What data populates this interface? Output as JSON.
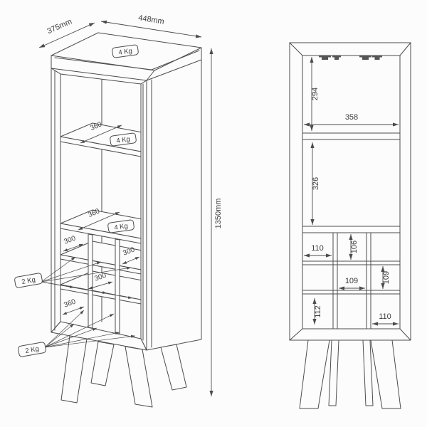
{
  "colors": {
    "line": "#4c4c4c",
    "text": "#3c3c3c",
    "background": "#fcfcfc",
    "clip_fill": "#555555"
  },
  "perspective_view": {
    "dimensions": {
      "depth": "375mm",
      "width": "448mm",
      "height": "1350mm",
      "shelf1_depth": "360",
      "shelf2_depth": "360",
      "rack_left_top_depth": "300",
      "rack_right_depth": "300",
      "rack_middle_depth": "300",
      "rack_left_bottom_depth": "360"
    },
    "weight_tags": {
      "top": "4 Kg",
      "shelf1": "4 Kg",
      "shelf2": "4 Kg",
      "rack_upper": "2 Kg",
      "rack_lower": "2 Kg"
    }
  },
  "front_view": {
    "dimensions": {
      "upper_section_height": "294",
      "inner_width": "358",
      "middle_section_height": "326",
      "cell_top_left_width": "110",
      "cell_top_middle_height": "106",
      "cell_middle_width": "109",
      "cell_right_height": "109",
      "cell_bottom_left_height": "112",
      "cell_bottom_right_width": "110"
    }
  }
}
